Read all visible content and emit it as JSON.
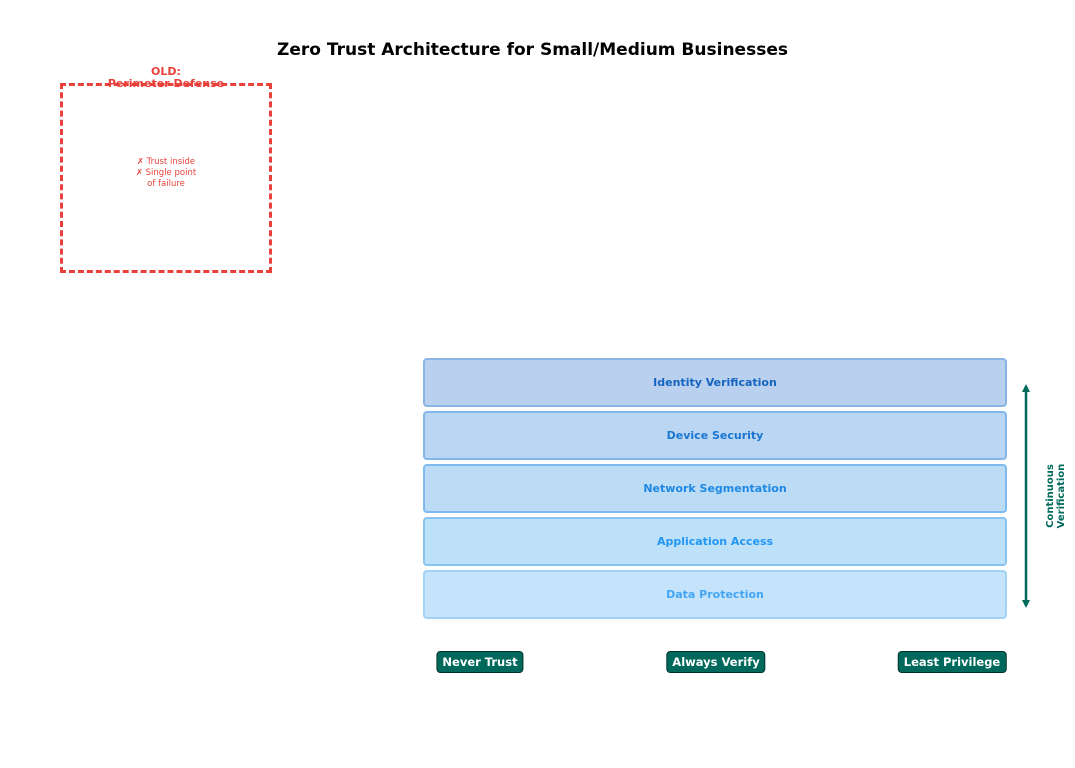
{
  "title": "Zero Trust Architecture for Small/Medium Businesses",
  "old_model": {
    "heading_line1": "OLD:",
    "heading_line2": "Perimeter Defense",
    "bullets": [
      "✗ Trust inside",
      "✗ Single point",
      "of failure"
    ],
    "color": "#e8413b"
  },
  "layers": [
    {
      "label": "Identity Verification",
      "fill": "#b9d0ee",
      "border": "#8ab4e3",
      "text_color": "#1565c0"
    },
    {
      "label": "Device Security",
      "fill": "#bbd6f3",
      "border": "#84b7e9",
      "text_color": "#1976d2"
    },
    {
      "label": "Network Segmentation",
      "fill": "#bcdcf6",
      "border": "#7eb9ef",
      "text_color": "#1e88e5"
    },
    {
      "label": "Application Access",
      "fill": "#bee1fa",
      "border": "#86c4f2",
      "text_color": "#2196f3"
    },
    {
      "label": "Data Protection",
      "fill": "#c5e4fb",
      "border": "#a3d2f7",
      "text_color": "#42a5f5"
    }
  ],
  "continuous": {
    "line1": "Continuous",
    "line2": "Verification",
    "color": "#00695c"
  },
  "principles": [
    {
      "label": "Never Trust"
    },
    {
      "label": "Always Verify"
    },
    {
      "label": "Least Privilege"
    }
  ],
  "principle_color": "#00695c"
}
